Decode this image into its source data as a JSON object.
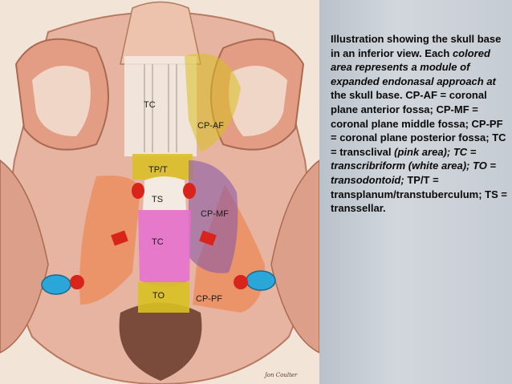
{
  "figure": {
    "labels": {
      "tc_upper": "TC",
      "cp_af": "CP-AF",
      "tp_t": "TP/T",
      "ts": "TS",
      "cp_mf": "CP-MF",
      "tc_lower": "TC",
      "to": "TO",
      "cp_pf": "CP-PF"
    },
    "signature": "Jon Coulter",
    "colors": {
      "white_area": "#f4f0e8",
      "pink_area": "#e56fd0",
      "yellow_area": "#d8c021",
      "purple_area": "#8a5aa6",
      "orange_area": "#ee7a3c",
      "vessel_blue": "#2aa7d8",
      "vessel_red": "#d8241b",
      "panel_background": "#c9cfd6"
    }
  },
  "caption": {
    "p1": "Illustration showing the skull base in an inferior view. Each ",
    "p2": "colored area represents a module of expanded endonasal approach at",
    "p3": " the skull base. CP-AF = coronal plane anterior fossa; CP-MF = coronal plane middle fossa; CP-PF = coronal plane posterior fossa; TC = transclival ",
    "p4": "(pink area); TC = transcribriform (white area); TO = transodontoid;",
    "p5": " TP/T = transplanum/transtuberculum; TS = transsellar."
  }
}
